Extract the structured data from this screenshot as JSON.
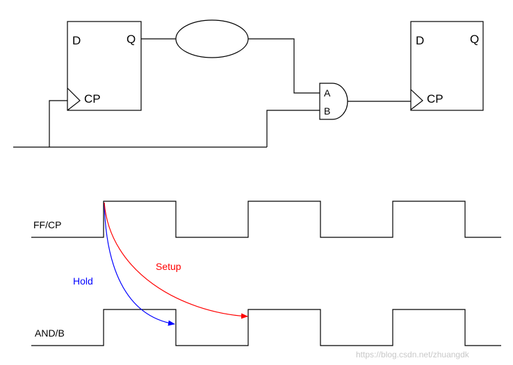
{
  "flipflop_left": {
    "d_label": "D",
    "q_label": "Q",
    "cp_label": "CP"
  },
  "and_gate": {
    "a_label": "A",
    "b_label": "B"
  },
  "flipflop_right": {
    "d_label": "D",
    "q_label": "Q",
    "cp_label": "CP"
  },
  "timing": {
    "signal_ff_cp": "FF/CP",
    "signal_and_b": "AND/B",
    "hold_label": "Hold",
    "setup_label": "Setup"
  },
  "colors": {
    "hold": "#0000ff",
    "setup": "#ff0000",
    "lines": "#000000"
  },
  "watermark": "https://blog.csdn.net/zhuangdk"
}
